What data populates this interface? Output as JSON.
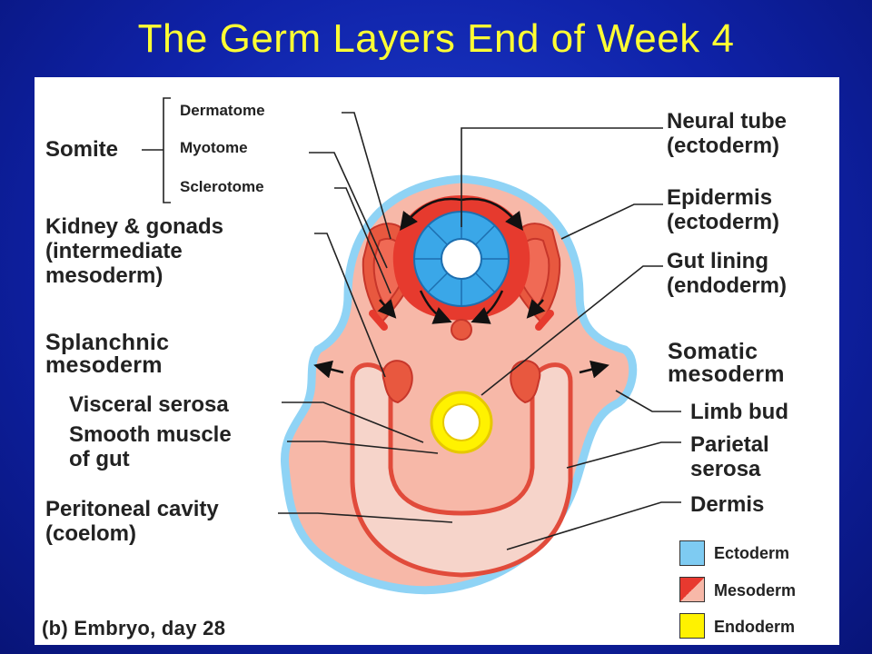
{
  "title": "The Germ Layers End of Week 4",
  "labels": {
    "dermatome": "Dermatome",
    "myotome": "Myotome",
    "sclerotome": "Sclerotome",
    "somite": "Somite",
    "kidney_line1": "Kidney & gonads",
    "kidney_line2": "(intermediate",
    "kidney_line3": "mesoderm)",
    "splanchnic_line1": "Splanchnic",
    "splanchnic_line2": "mesoderm",
    "visceral_serosa": "Visceral serosa",
    "smooth_muscle_line1": "Smooth muscle",
    "smooth_muscle_line2": "of gut",
    "peritoneal_line1": "Peritoneal cavity",
    "peritoneal_line2": "(coelom)",
    "neural_tube_line1": "Neural tube",
    "neural_tube_line2": "(ectoderm)",
    "epidermis_line1": "Epidermis",
    "epidermis_line2": "(ectoderm)",
    "gut_lining_line1": "Gut lining",
    "gut_lining_line2": "(endoderm)",
    "somatic_line1": "Somatic",
    "somatic_line2": "mesoderm",
    "limb_bud": "Limb bud",
    "parietal_line1": "Parietal",
    "parietal_line2": "serosa",
    "dermis": "Dermis",
    "caption": "(b) Embryo, day 28"
  },
  "legend": [
    {
      "label": "Ectoderm",
      "color": "#7ecbf2"
    },
    {
      "label": "Mesoderm",
      "color": "#e8392f"
    },
    {
      "label": "Endoderm",
      "color": "#fff200"
    }
  ],
  "colors": {
    "ectoderm_blue": "#8fd3f5",
    "mesoderm_red": "#e63a2e",
    "mesoderm_light": "#f7b8a8",
    "endoderm_yellow": "#fff200"
  }
}
